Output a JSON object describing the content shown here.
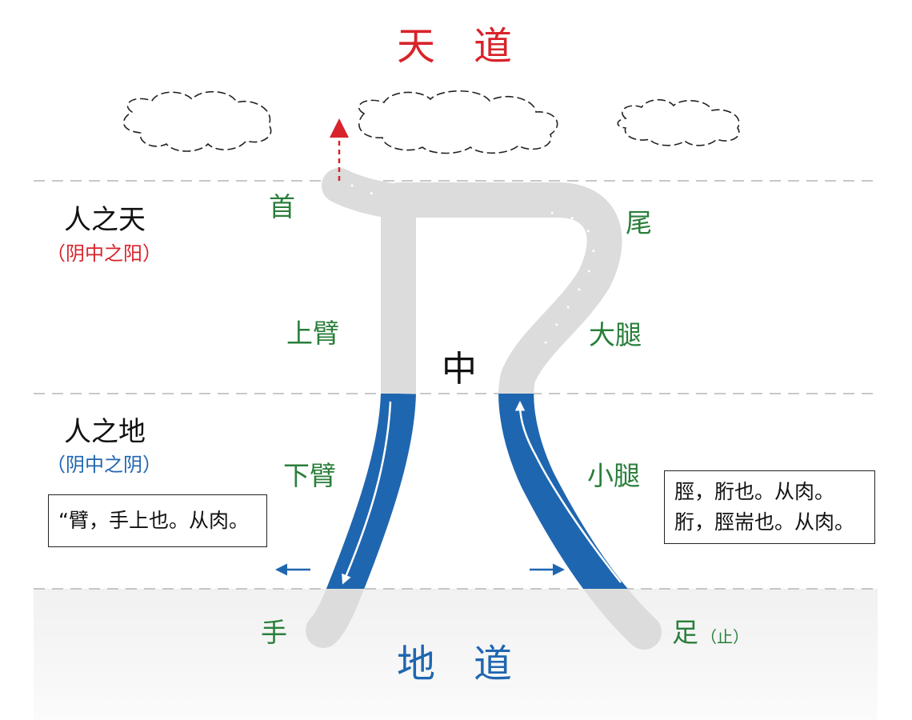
{
  "titles": {
    "heaven": "天　道",
    "earth": "地　道",
    "center": "中"
  },
  "zones": {
    "upper": {
      "title": "人之天",
      "subtitle": "（阴中之阳）",
      "subtitle_color": "#d8232a"
    },
    "lower": {
      "title": "人之地",
      "subtitle": "（阴中之阴）",
      "subtitle_color": "#1f66b0"
    }
  },
  "parts": {
    "head": "首",
    "tail": "尾",
    "upper_arm": "上臂",
    "thigh": "大腿",
    "forearm": "下臂",
    "shank": "小腿",
    "hand": "手",
    "foot": "足",
    "foot_note": "（止）"
  },
  "notes": {
    "left": [
      "“臂，手上也。从肉。"
    ],
    "right": [
      "脛，胻也。从肉。",
      "胻，脛耑也。从肉。"
    ]
  },
  "colors": {
    "heaven": "#d8232a",
    "earth": "#1f66b0",
    "label_green": "#2a7f3b",
    "stroke_gray": "#dcdcdc",
    "stroke_blue": "#1f66b0",
    "divider": "#b5b5b5"
  }
}
